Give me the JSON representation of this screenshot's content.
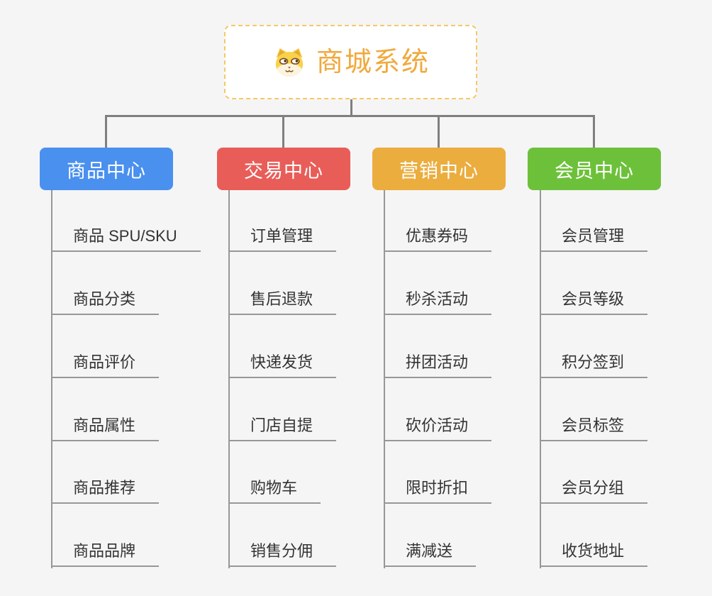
{
  "page": {
    "background_color": "#f5f5f6",
    "connector_color": "#7f7f7f",
    "branch_line_color": "#979797",
    "leaf_text_color": "#333333"
  },
  "root": {
    "title": "商城系统",
    "icon": "shiba-dog-icon",
    "title_color": "#f0a93c",
    "border_color": "#f7c767",
    "background": "#ffffff"
  },
  "branches": [
    {
      "label": "商品中心",
      "color": "#4a90ee",
      "items": [
        "商品 SPU/SKU",
        "商品分类",
        "商品评价",
        "商品属性",
        "商品推荐",
        "商品品牌"
      ]
    },
    {
      "label": "交易中心",
      "color": "#e95d59",
      "items": [
        "订单管理",
        "售后退款",
        "快递发货",
        "门店自提",
        "购物车",
        "销售分佣"
      ]
    },
    {
      "label": "营销中心",
      "color": "#ebad3e",
      "items": [
        "优惠券码",
        "秒杀活动",
        "拼团活动",
        "砍价活动",
        "限时折扣",
        "满减送"
      ]
    },
    {
      "label": "会员中心",
      "color": "#6dc13a",
      "items": [
        "会员管理",
        "会员等级",
        "积分签到",
        "会员标签",
        "会员分组",
        "收货地址"
      ]
    }
  ]
}
